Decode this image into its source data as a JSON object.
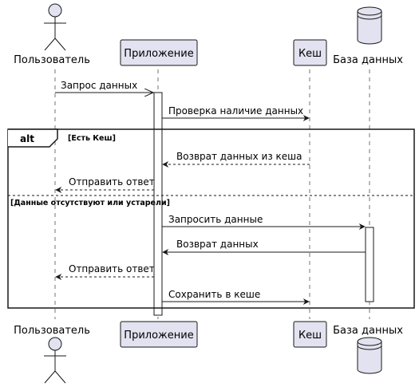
{
  "participants": [
    {
      "id": "user",
      "label": "Пользователь",
      "kind": "actor"
    },
    {
      "id": "app",
      "label": "Приложение",
      "kind": "box"
    },
    {
      "id": "cache",
      "label": "Кеш",
      "kind": "box"
    },
    {
      "id": "db",
      "label": "База данных",
      "kind": "database"
    }
  ],
  "messages": [
    {
      "id": "m1",
      "text": "Запрос данных",
      "from": "user",
      "to": "app",
      "style": "open"
    },
    {
      "id": "m2",
      "text": "Проверка наличие данных",
      "from": "app",
      "to": "cache",
      "style": "solid"
    },
    {
      "id": "m3",
      "text": "Возврат данных из кеша",
      "from": "cache",
      "to": "app",
      "style": "dashed"
    },
    {
      "id": "m4",
      "text": "Отправить ответ",
      "from": "app",
      "to": "user",
      "style": "dashed"
    },
    {
      "id": "m5",
      "text": "Запросить данные",
      "from": "app",
      "to": "db",
      "style": "solid"
    },
    {
      "id": "m6",
      "text": "Возврат данных",
      "from": "db",
      "to": "app",
      "style": "solid"
    },
    {
      "id": "m7",
      "text": "Отправить ответ",
      "from": "app",
      "to": "user",
      "style": "dashed"
    },
    {
      "id": "m8",
      "text": "Сохранить в кеше",
      "from": "app",
      "to": "cache",
      "style": "solid"
    }
  ],
  "alt_fragment": {
    "keyword": "alt",
    "condition_1": "[Есть Кеш]",
    "condition_2": "[Данные отсутствуют или устарели]"
  },
  "colors": {
    "participant_fill": "#e2e2f0",
    "participant_border": "#181818",
    "line": "#181818",
    "background": "#ffffff"
  }
}
